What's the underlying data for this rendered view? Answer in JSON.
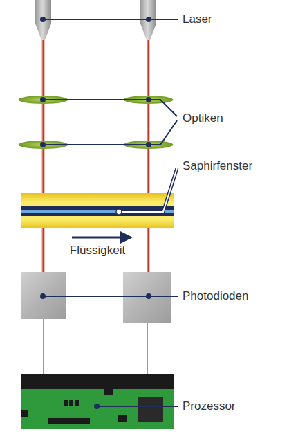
{
  "diagram": {
    "labels": [
      "Laser",
      "Optiken",
      "Saphirfenster",
      "Flüssigkeit",
      "Photodioden",
      "Prozessor"
    ]
  }
}
